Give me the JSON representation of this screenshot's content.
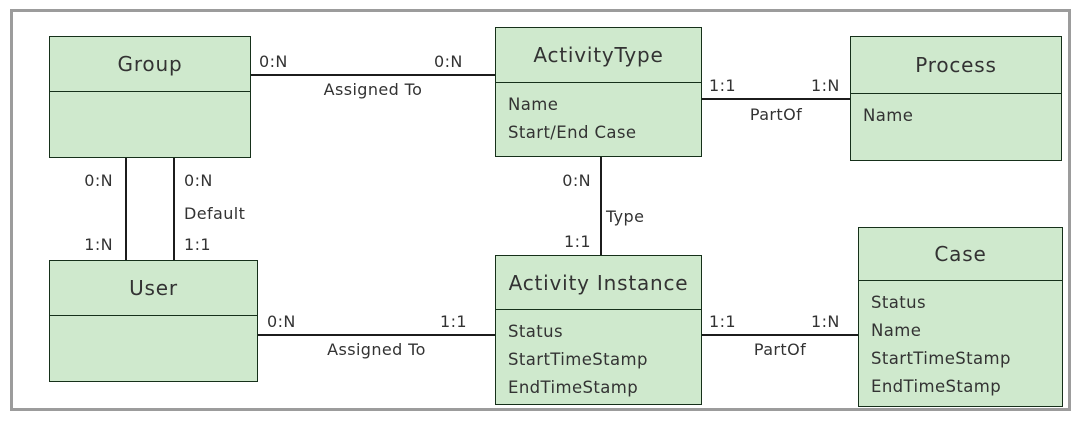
{
  "diagram": {
    "type": "entity-relationship-diagram",
    "colors": {
      "background": "#ffffff",
      "frame_border": "#9c9c9c",
      "entity_fill": "#cfe9cd",
      "entity_border": "#16301a",
      "line_color": "#1c1c1c",
      "text_color": "#333333"
    }
  },
  "entities": [
    {
      "name": "Group",
      "attributes": []
    },
    {
      "name": "ActivityType",
      "attributes": [
        "Name",
        "Start/End Case"
      ]
    },
    {
      "name": "Process",
      "attributes": [
        "Name"
      ]
    },
    {
      "name": "User",
      "attributes": []
    },
    {
      "name": "Activity Instance",
      "attributes": [
        "Status",
        "StartTimeStamp",
        "EndTimeStamp"
      ]
    },
    {
      "name": "Case",
      "attributes": [
        "Status",
        "Name",
        "StartTimeStamp",
        "EndTimeStamp"
      ]
    }
  ],
  "relationships": [
    {
      "from": "Group",
      "to": "ActivityType",
      "label": "Assigned To",
      "from_card": "0:N",
      "to_card": "0:N"
    },
    {
      "from": "ActivityType",
      "to": "Process",
      "label": "PartOf",
      "from_card": "1:1",
      "to_card": "1:N"
    },
    {
      "from": "Group",
      "to": "User",
      "label": "",
      "from_card": "0:N",
      "to_card": "1:N"
    },
    {
      "from": "Group",
      "to": "User",
      "label": "Default",
      "from_card": "0:N",
      "to_card": "1:1"
    },
    {
      "from": "ActivityType",
      "to": "Activity Instance",
      "label": "Type",
      "from_card": "0:N",
      "to_card": "1:1"
    },
    {
      "from": "User",
      "to": "Activity Instance",
      "label": "Assigned To",
      "from_card": "0:N",
      "to_card": "1:1"
    },
    {
      "from": "Activity Instance",
      "to": "Case",
      "label": "PartOf",
      "from_card": "1:1",
      "to_card": "1:N"
    }
  ]
}
